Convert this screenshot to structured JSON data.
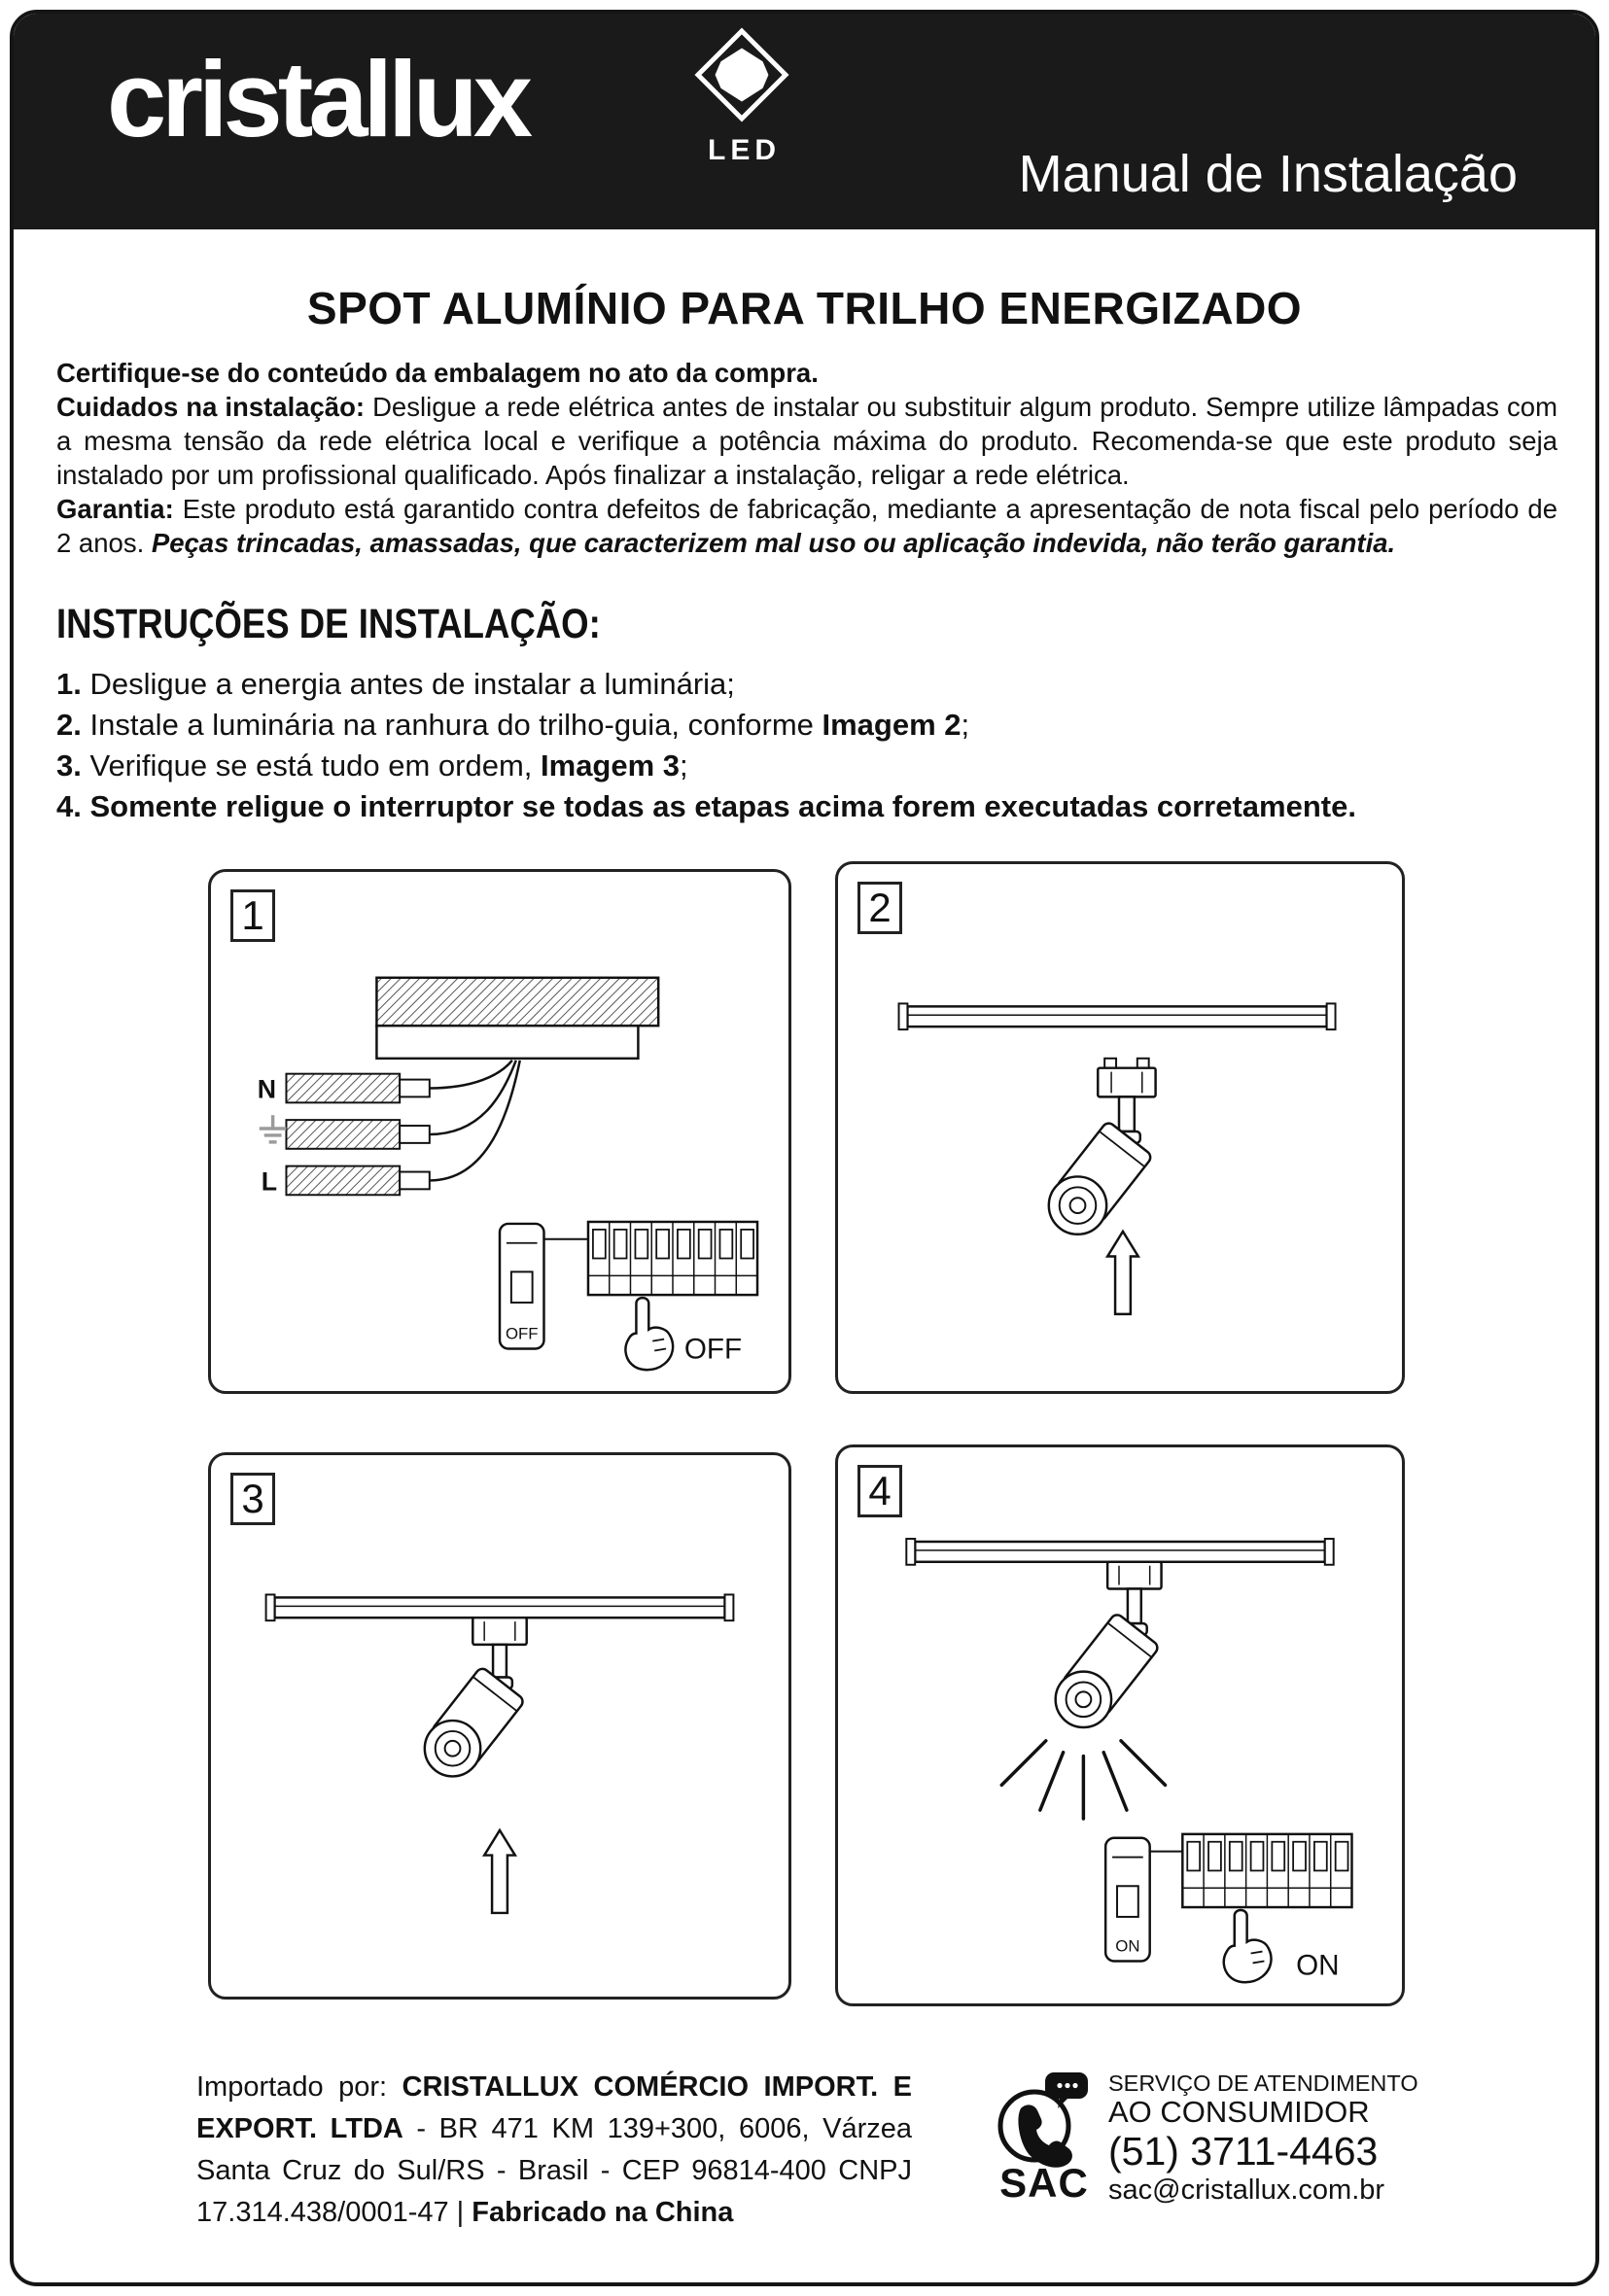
{
  "header": {
    "logo_text": "cristallux",
    "logo_sub": "LED",
    "manual_title": "Manual de Instalação"
  },
  "title": "SPOT ALUMÍNIO PARA TRILHO ENERGIZADO",
  "intro": {
    "check_line": "Certifique-se do conteúdo da embalagem no ato da compra.",
    "care_label": "Cuidados na instalação:",
    "care_text": " Desligue a rede elétrica antes de instalar ou substituir algum produto. Sempre utilize lâmpadas com a mesma tensão da rede elétrica local e verifique a potência máxima do produto. Recomenda-se que este produto seja instalado por um profissional qualificado. Após finalizar a instalação, religar a rede elétrica.",
    "warranty_label": "Garantia:",
    "warranty_text": " Este produto está garantido contra defeitos de fabricação, mediante a apresentação de nota fiscal pelo período de 2 anos. ",
    "warranty_em": "Peças trincadas, amassadas, que caracterizem mal uso ou aplicação indevida, não terão garantia."
  },
  "instructions": {
    "heading": "INSTRUÇÕES DE INSTALAÇÃO:",
    "steps": [
      {
        "num": "1.",
        "pre": " Desligue a energia antes de instalar a luminária;",
        "bold": "",
        "post": ""
      },
      {
        "num": "2.",
        "pre": " Instale a luminária na ranhura do trilho-guia, conforme ",
        "bold": "Imagem 2",
        "post": ";"
      },
      {
        "num": "3.",
        "pre": " Verifique se está tudo em ordem, ",
        "bold": "Imagem 3",
        "post": ";"
      },
      {
        "num": "4.",
        "pre": " ",
        "bold": "Somente religue o interruptor se todas as etapas acima forem executadas corretamente.",
        "post": ""
      }
    ]
  },
  "panels": {
    "p1": {
      "num": "1",
      "label_n": "N",
      "label_l": "L",
      "off_breaker": "OFF",
      "off_hand": "OFF"
    },
    "p2": {
      "num": "2"
    },
    "p3": {
      "num": "3"
    },
    "p4": {
      "num": "4",
      "on_breaker": "ON",
      "on_hand": "ON"
    }
  },
  "footer": {
    "importer_pre": "Importado por: ",
    "importer_bold1": "CRISTALLUX COMÉRCIO IMPORT. E EXPORT. LTDA",
    "importer_mid": " - BR 471 KM 139+300, 6006, Várzea Santa Cruz do Sul/RS - Brasil - CEP 96814-400 CNPJ 17.314.438/0001-47 | ",
    "importer_bold2": "Fabricado na China",
    "sac": {
      "label": "SAC",
      "line1": "SERVIÇO DE ATENDIMENTO",
      "line2": "AO CONSUMIDOR",
      "phone": "(51) 3711-4463",
      "email": "sac@cristallux.com.br"
    }
  }
}
